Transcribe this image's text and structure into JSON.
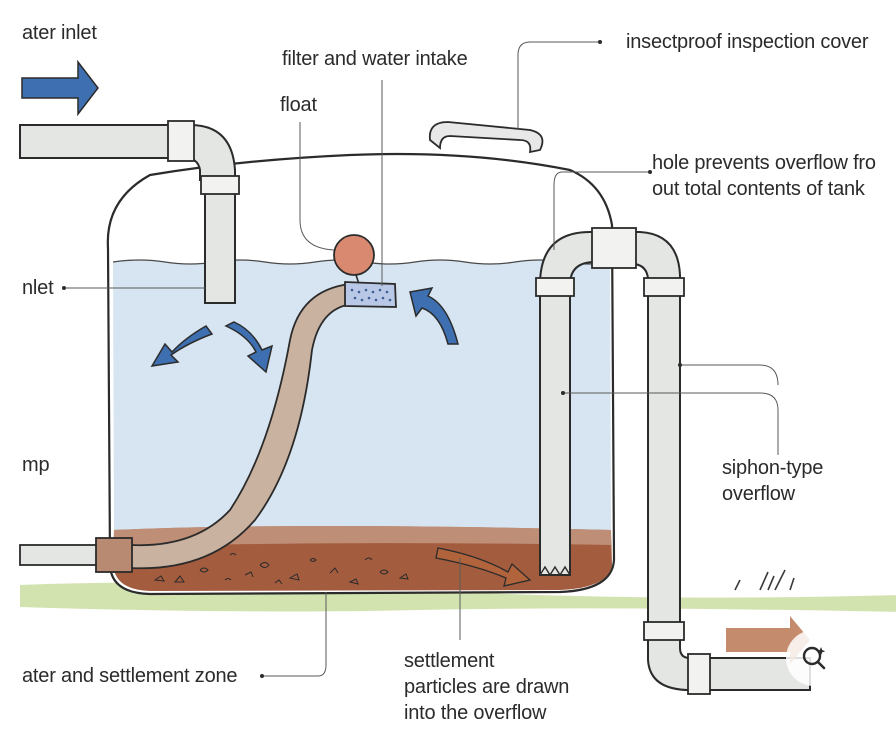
{
  "labels": {
    "water_inlet": "ater inlet",
    "filter_intake": "filter and water intake",
    "float": "float",
    "inspection_cover": "insectproof inspection cover",
    "hole_line1": "hole prevents overflow fro",
    "hole_line2": "out total contents of tank",
    "inlet": "nlet",
    "pump": "mp",
    "siphon_line1": "siphon-type",
    "siphon_line2": "overflow",
    "settlement_zone": "ater and settlement zone",
    "particles_line1": "settlement",
    "particles_line2": "particles are drawn",
    "particles_line3": "into the overflow"
  },
  "icons": {
    "flow_arrow": "flow-arrow-icon",
    "visual_search": "visual-search-icon"
  },
  "colors": {
    "water": "#d5e4f0",
    "sediment": "#a0583c",
    "pipe": "#e4e6e3",
    "arrow_blue": "#3e6fb0",
    "arrow_brown": "#b1643c",
    "float": "#d9896f",
    "grass": "#c9dca3",
    "ink": "#2b2b2b"
  }
}
